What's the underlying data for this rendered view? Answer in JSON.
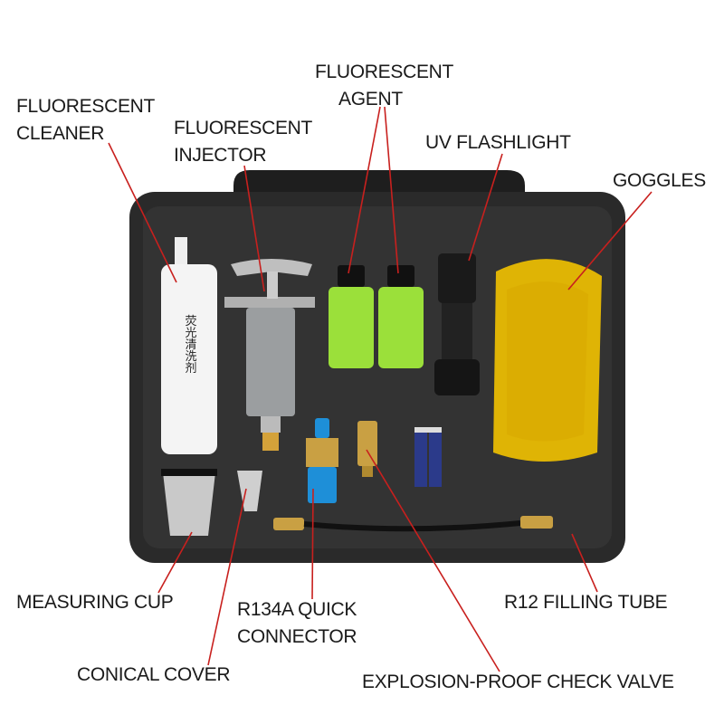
{
  "labels": {
    "fluorescent_cleaner": [
      "FLUORESCENT",
      "CLEANER"
    ],
    "fluorescent_injector": [
      "FLUORESCENT",
      "INJECTOR"
    ],
    "fluorescent_agent": [
      "FLUORESCENT",
      "AGENT"
    ],
    "uv_flashlight": "UV FLASHLIGHT",
    "goggles": "GOGGLES",
    "measuring_cup": "MEASURING CUP",
    "r134a_quick_connector": [
      "R134A QUICK",
      "CONNECTOR"
    ],
    "r12_filling_tube": "R12 FILLING TUBE",
    "conical_cover": "CONICAL COVER",
    "explosion_proof_check_valve": "EXPLOSION-PROOF CHECK VALVE"
  },
  "product_text": {
    "cleaner_bottle": "荧光清洗剂"
  },
  "colors": {
    "case": "#2a2a2a",
    "leader_line": "#c8201e",
    "fluorescent_agent": "#9be03a",
    "goggles": "#f2c200",
    "connector_blue": "#1e8fd8",
    "brass": "#c9a043"
  }
}
